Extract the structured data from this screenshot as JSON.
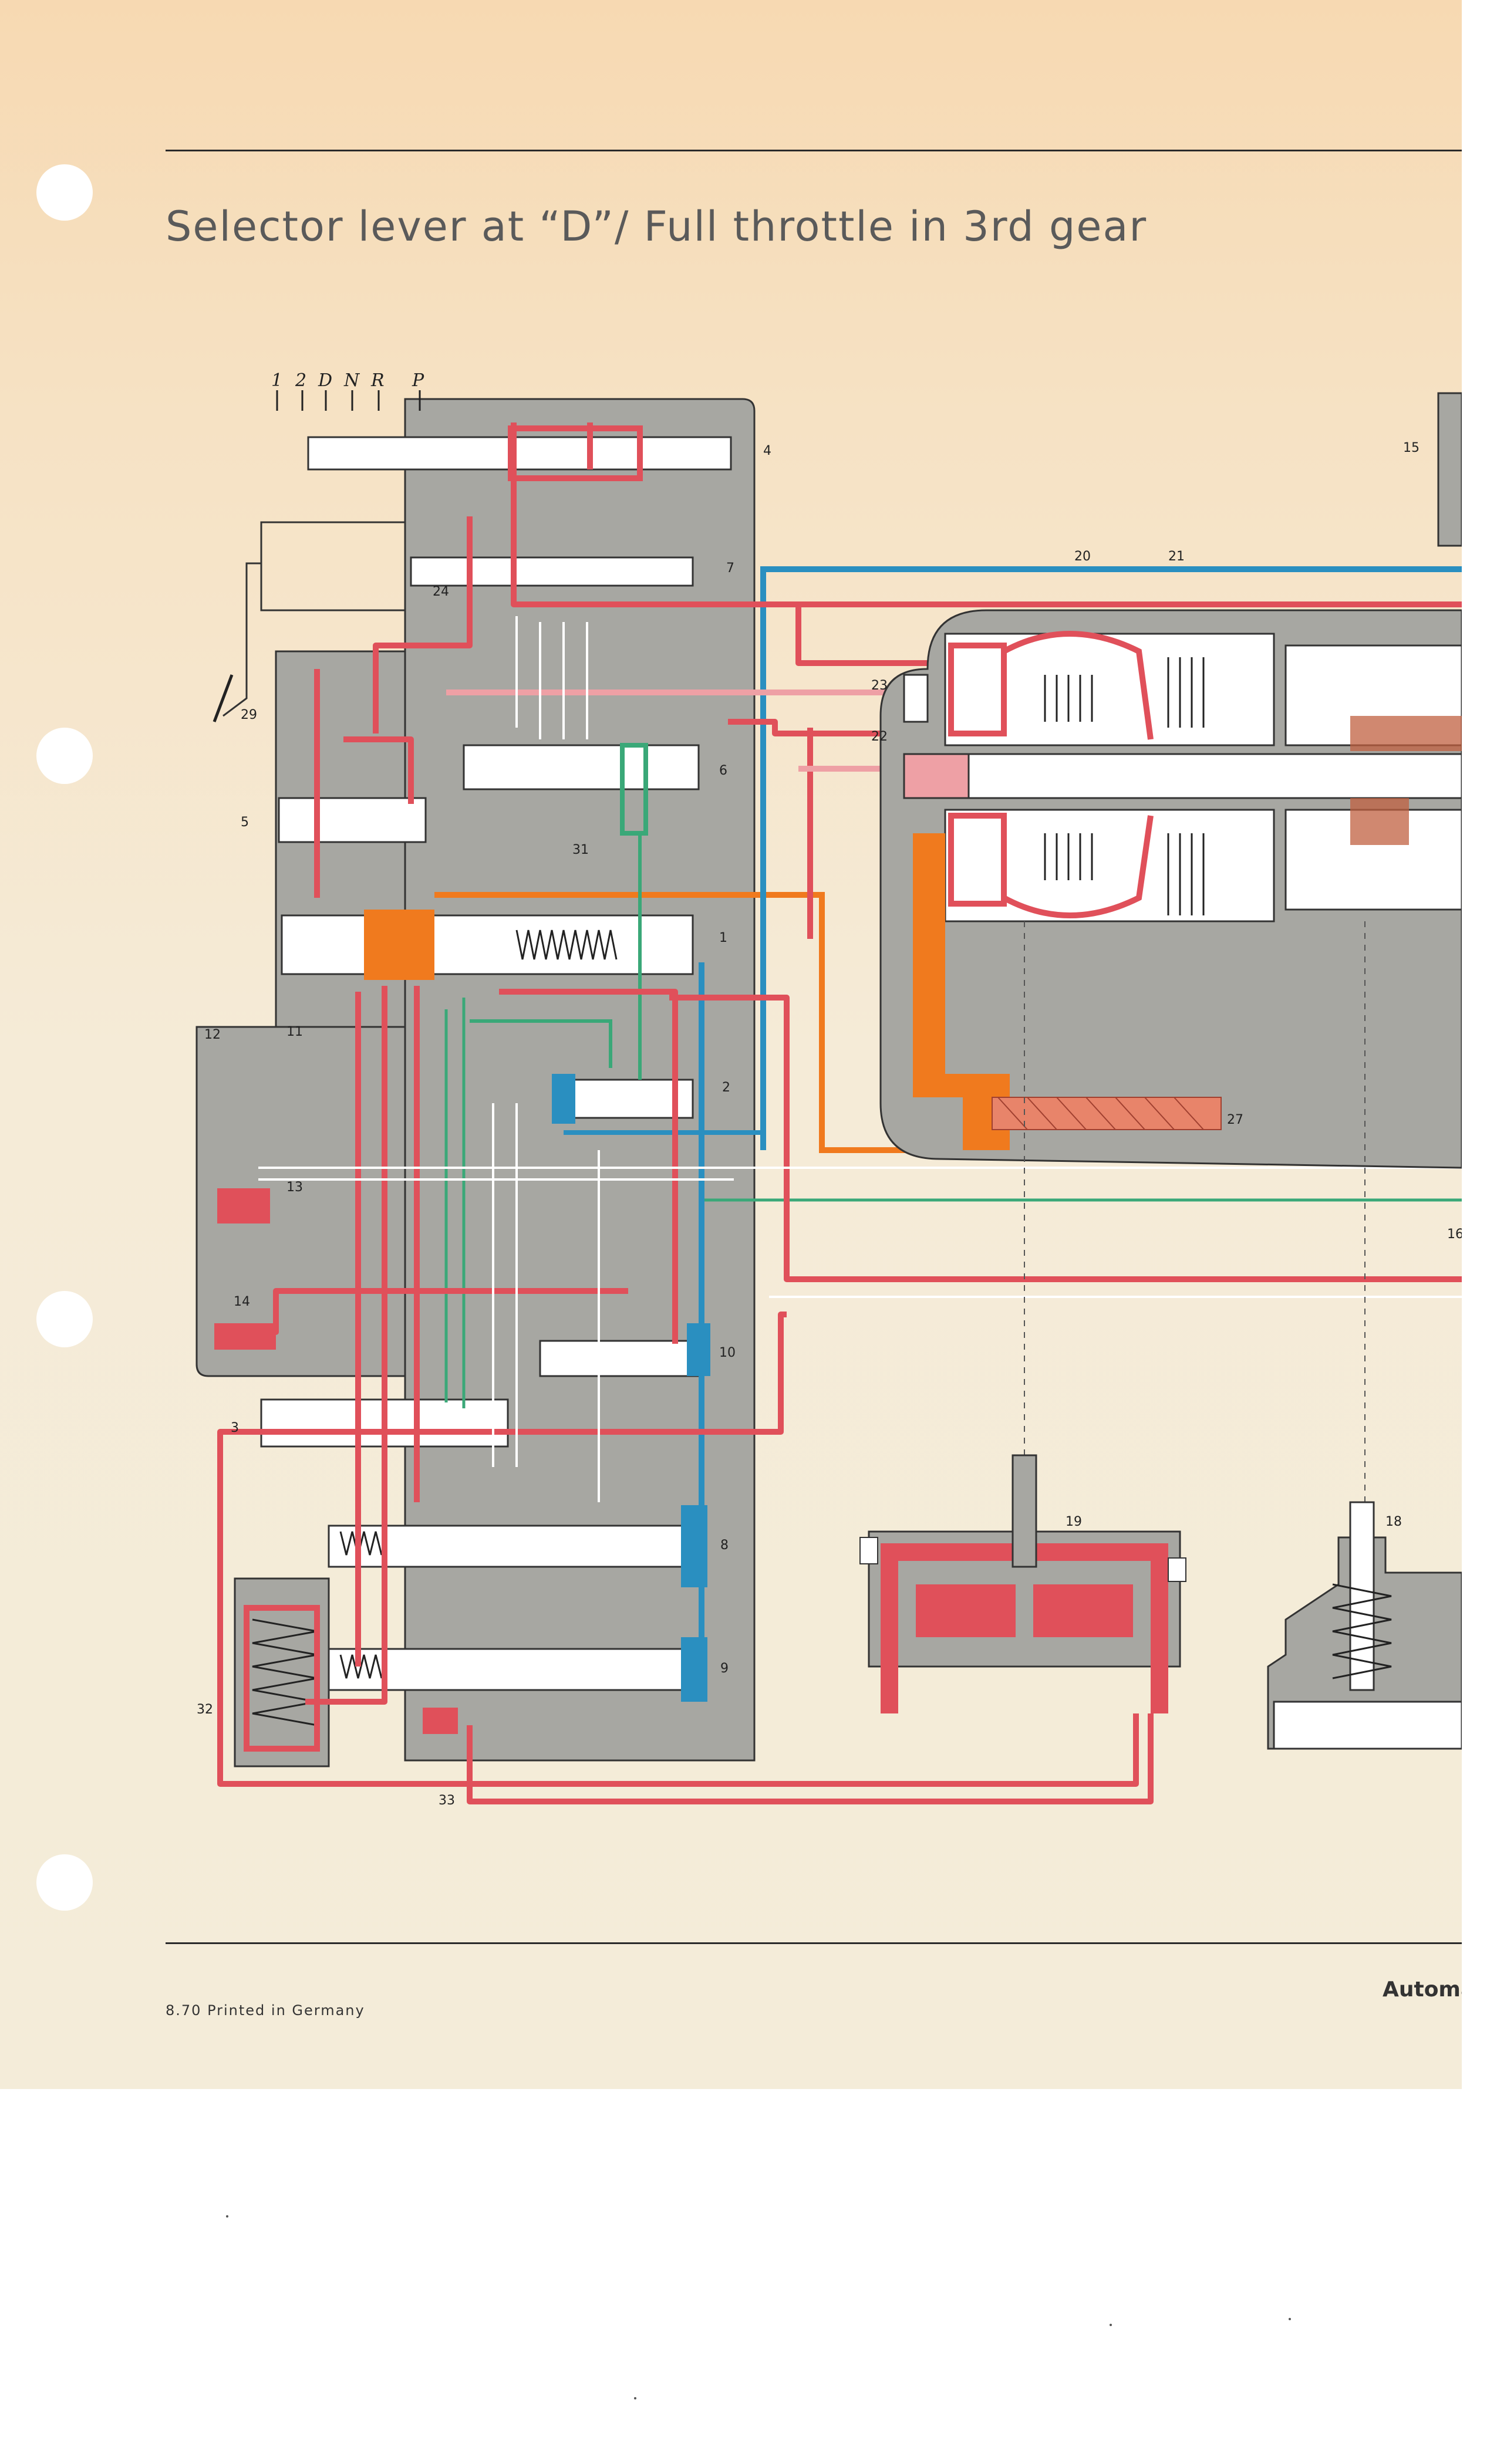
{
  "title": "Selector lever at “D”/ Full throttle in 3rd gear",
  "selector_positions": [
    "1",
    "2",
    "D",
    "N",
    "R",
    "P"
  ],
  "part_labels": {
    "p1": "1",
    "p2": "2",
    "p3": "3",
    "p4": "4",
    "p5": "5",
    "p6": "6",
    "p7": "7",
    "p8": "8",
    "p9": "9",
    "p10": "10",
    "p11": "11",
    "p12": "12",
    "p13": "13",
    "p14": "14",
    "p15": "15",
    "p16": "16",
    "p18": "18",
    "p19": "19",
    "p20": "20",
    "p21": "21",
    "p22": "22",
    "p23": "23",
    "p24": "24",
    "p27": "27",
    "p29": "29",
    "p31": "31",
    "p32": "32",
    "p33": "33"
  },
  "footer": {
    "date_line": "8.70  Printed in Germany",
    "section": "Automa"
  },
  "colors": {
    "line_pressure": "#e0505a",
    "throttle_pressure": "#2a8fc0",
    "governor_pressure": "#3aa878",
    "modulator": "#f07a1e",
    "housing": "#a7a7a2",
    "pale_red": "#eea0a5"
  }
}
